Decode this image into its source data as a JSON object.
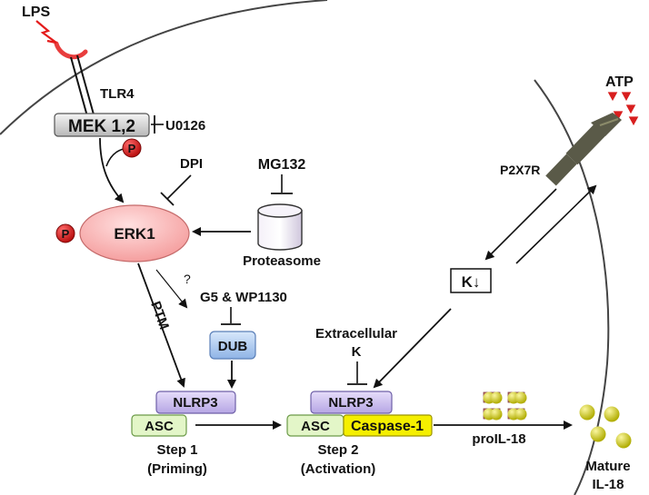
{
  "labels": {
    "lps": "LPS",
    "tlr4": "TLR4",
    "mek": "MEK 1,2",
    "u0126": "U0126",
    "p": "P",
    "dpi": "DPI",
    "mg132": "MG132",
    "erk1": "ERK1",
    "proteasome": "Proteasome",
    "question": "?",
    "g5_wp1130": "G5 & WP1130",
    "ptm": "PTM",
    "dub": "DUB",
    "nlrp3": "NLRP3",
    "asc": "ASC",
    "step1_line1": "Step 1",
    "step1_line2": "(Priming)",
    "extracellular": "Extracellular",
    "k": "K",
    "caspase1": "Caspase-1",
    "step2_line1": "Step 2",
    "step2_line2": "(Activation)",
    "k_down": "K↓",
    "atp": "ATP",
    "p2x7r": "P2X7R",
    "proil18": "proIL-18",
    "mature_line1": "Mature",
    "mature_line2": "IL-18"
  },
  "colors": {
    "phospho": "#d81e1e",
    "erk": "#f7a8a8",
    "dub": "#a9c8ee",
    "nlrp3": "#cfc2ef",
    "asc": "#e3f6c8",
    "caspase": "#f5ef00",
    "il18": "#d7d400",
    "receptor": "#5a5a48"
  }
}
